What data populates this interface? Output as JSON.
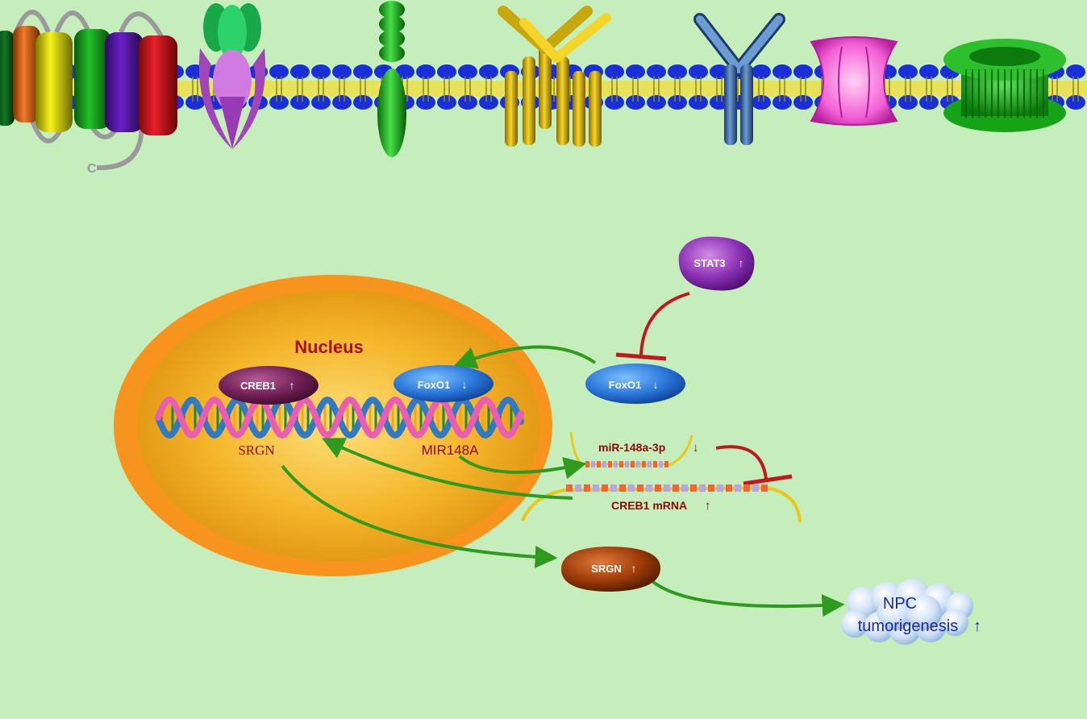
{
  "membrane": {
    "c_terminus_label": "C"
  },
  "nucleus": {
    "title": "Nucleus",
    "genes": {
      "srgn": "SRGN",
      "mir148a": "MIR148A"
    },
    "proteins": {
      "creb1": "CREB1",
      "foxo1": "FoxO1"
    }
  },
  "cytoplasm": {
    "stat3": "STAT3",
    "foxo1": "FoxO1",
    "mirna": "miR-148a-3p",
    "creb1_mrna": "CREB1 mRNA",
    "srgn": "SRGN"
  },
  "outcome": {
    "line1": "NPC",
    "line2": "tumorigenesis",
    "arrow": "↑"
  },
  "indicators": {
    "up": "↑",
    "down": "↓"
  },
  "colors": {
    "background": "#c6edbc",
    "activation_arrow": "#2e9a1e",
    "inhibition": "#c0181e",
    "label_dark_red": "#8b0a0a",
    "nucleus_outer": "#f7941d",
    "nucleus_inner": "#f2b22a",
    "outcome_text": "#1a2a9a"
  }
}
